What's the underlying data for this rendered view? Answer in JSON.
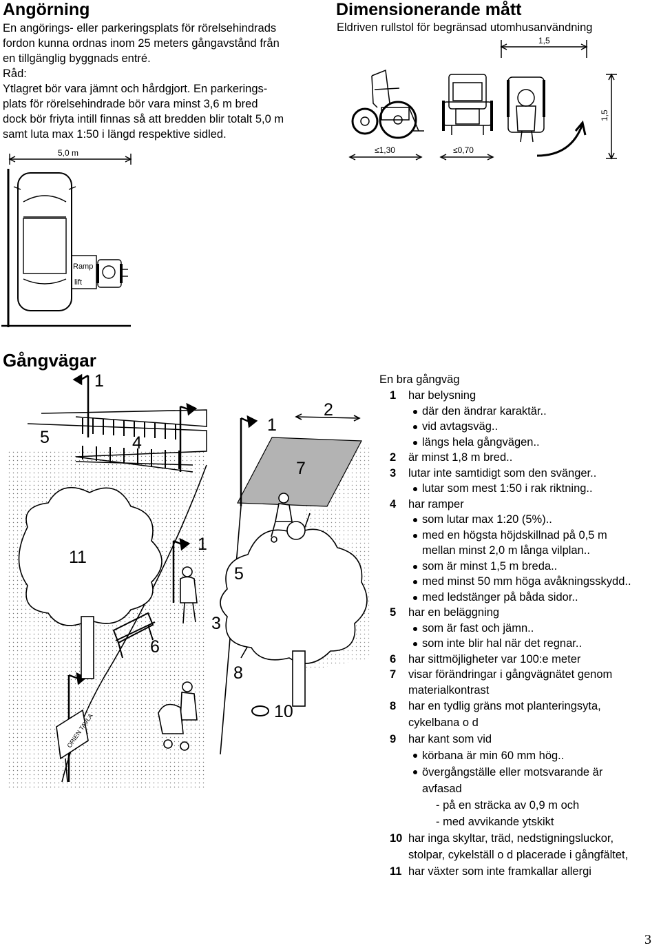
{
  "angorning": {
    "title": "Angörning",
    "lines": [
      "En angörings- eller parkeringsplats för rörelsehindrads",
      "fordon kunna ordnas inom 25 meters gångavstånd från",
      "en tillgänglig byggnads entré.",
      "Råd:",
      "Ytlagret bör vara jämnt och hårdgjort. En parkerings-",
      "plats för rörelsehindrade bör vara minst 3,6 m bred",
      "dock bör friyta intill finnas så att bredden blir totalt 5,0 m",
      "samt luta max 1:50 i längd respektive sidled."
    ],
    "figure": {
      "dim_label": "5,0 m",
      "ramp_label": "Ramp",
      "lift_label": "lift"
    }
  },
  "dimensionerande": {
    "title": "Dimensionerande mått",
    "subtitle": "Eldriven rullstol för begränsad utomhusanvändning",
    "figure": {
      "width_label": "1,5",
      "height_label": "1,5",
      "length_label": "≤1,30",
      "chair_width_label": "≤0,70"
    }
  },
  "gangvagar": {
    "title": "Gångvägar",
    "figure": {
      "markers": [
        "1",
        "5",
        "4",
        "1",
        "2",
        "7",
        "11",
        "1",
        "5",
        "3",
        "6",
        "8",
        "10"
      ],
      "sign_label": "ORIEN TAVLA"
    },
    "list": {
      "intro": "En bra gångväg",
      "items": [
        {
          "num": "1",
          "text": "har belysning",
          "bullets": [
            "där den ändrar karaktär..",
            "vid avtagsväg..",
            "längs hela gångvägen.."
          ]
        },
        {
          "num": "2",
          "text": "är minst 1,8 m bred.."
        },
        {
          "num": "3",
          "text": "lutar inte samtidigt som den svänger..",
          "bullets": [
            "lutar som mest 1:50 i rak riktning.."
          ]
        },
        {
          "num": "4",
          "text": "har ramper",
          "bullets": [
            "som lutar max 1:20 (5%)..",
            "med en högsta höjdskillnad på 0,5 m",
            "mellan minst 2,0 m långa vilplan..",
            "som är minst 1,5 m breda..",
            "med minst 50 mm höga avåkningsskydd..",
            "med ledstänger på båda sidor.."
          ]
        },
        {
          "num": "5",
          "text": "har en beläggning",
          "bullets": [
            "som är fast och jämn..",
            "som inte blir hal när det regnar.."
          ]
        },
        {
          "num": "6",
          "text": "har sittmöjligheter var 100:e meter"
        },
        {
          "num": "7",
          "text": "visar förändringar i gångvägnätet genom",
          "cont": "materialkontrast"
        },
        {
          "num": "8",
          "text": "har en tydlig gräns mot planteringsyta,",
          "cont": "cykelbana o d"
        },
        {
          "num": "9",
          "text": "har kant som vid",
          "bullets": [
            "körbana är min 60 mm hög..",
            "övergångställe eller motsvarande är"
          ],
          "bullet_cont": "avfasad",
          "dashes": [
            "- på en sträcka av 0,9 m och",
            "- med avvikande ytskikt"
          ]
        },
        {
          "num": "10",
          "text": "har inga skyltar, träd, nedstigningsluckor,",
          "cont": "stolpar, cykelställ o d placerade i gångfältet,"
        },
        {
          "num": "11",
          "text": "har växter som inte framkallar allergi"
        }
      ]
    }
  },
  "page_number": "3"
}
